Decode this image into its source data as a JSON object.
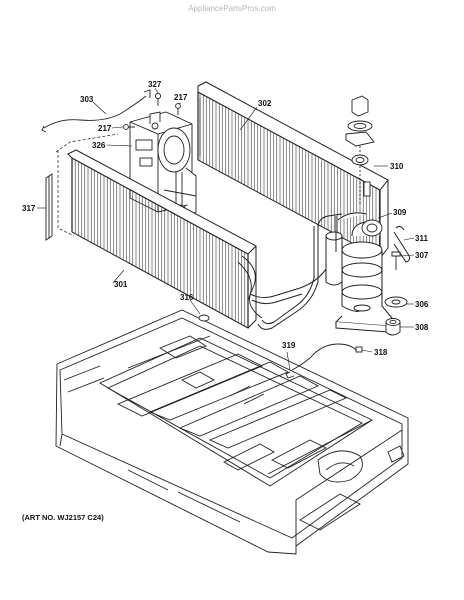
{
  "watermark": "AppliancePartsPros.com",
  "art_number": "(ART NO. WJ2157 C24)",
  "callouts": [
    "303",
    "327",
    "217",
    "302",
    "217",
    "326",
    "310",
    "317",
    "309",
    "311",
    "307",
    "301",
    "306",
    "316",
    "308",
    "319",
    "318"
  ]
}
